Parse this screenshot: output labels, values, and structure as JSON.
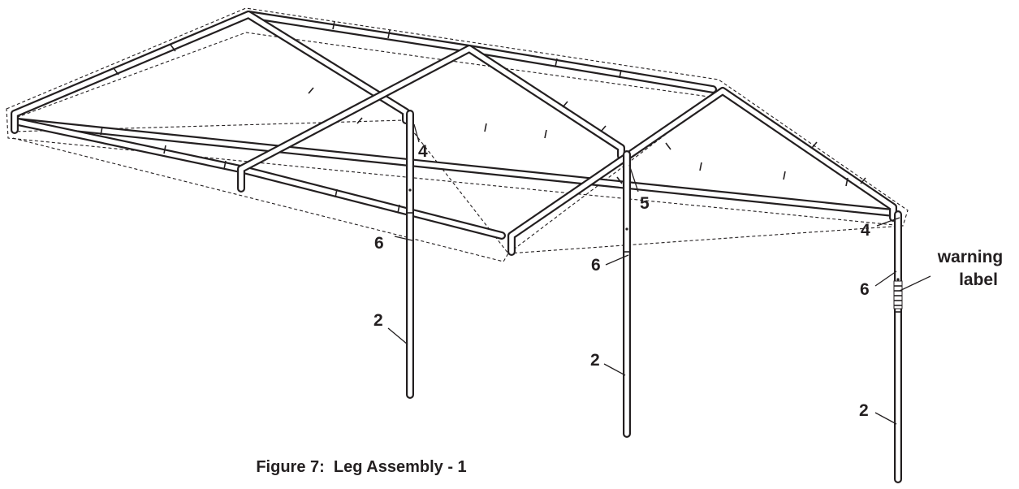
{
  "figure": {
    "caption": "Figure 7:  Leg Assembly - 1"
  },
  "callouts": {
    "leg_left_upper": "6",
    "leg_left_lower": "2",
    "leg_mid_upper": "6",
    "leg_mid_lower": "2",
    "leg_right_upper": "6",
    "leg_right_lower": "2",
    "fitting_left": "4",
    "fitting_mid": "5",
    "fitting_right": "4",
    "warning_line1": "warning",
    "warning_line2": "label"
  }
}
